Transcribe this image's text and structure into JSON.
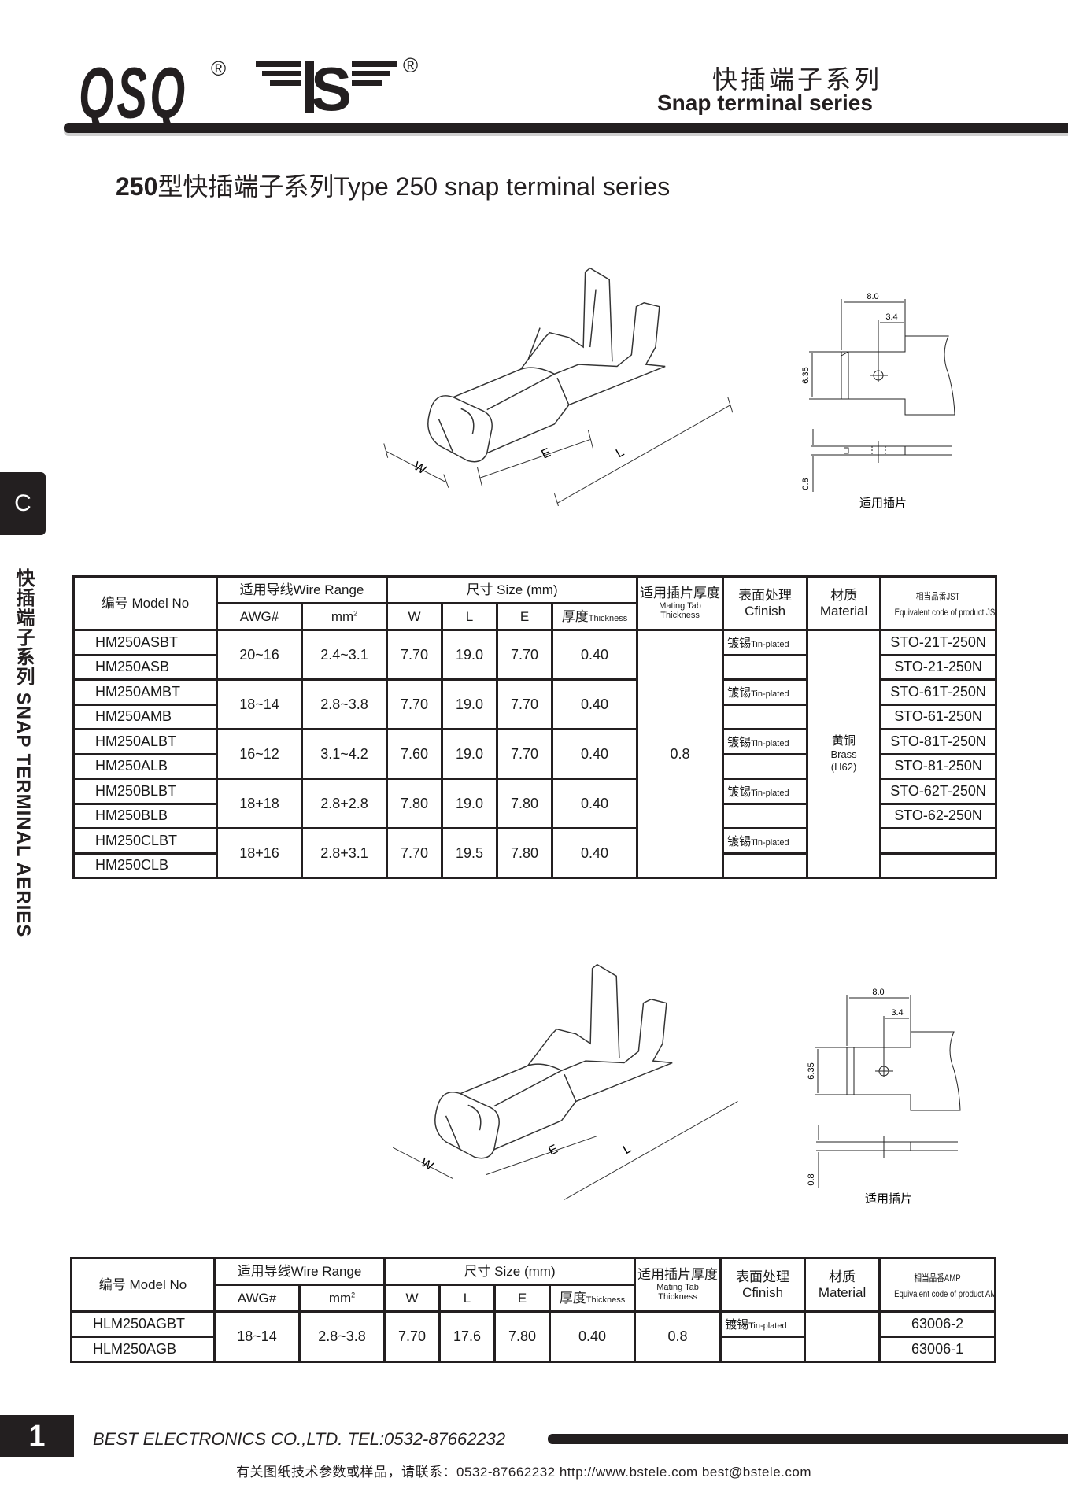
{
  "logo": {
    "brand1": "QSQ",
    "brand2": "TS",
    "registered": "®"
  },
  "header": {
    "title_cn": "快插端子系列",
    "title_en": "Snap terminal series"
  },
  "page_title": {
    "bold": "250",
    "rest": "型快插端子系列Type 250 snap terminal series"
  },
  "side": {
    "tab": "C",
    "text": "快插端子系列 SNAP TERMINAL AERIES"
  },
  "drawing": {
    "w": "W",
    "e": "E",
    "l": "L",
    "dim_80": "8.0",
    "dim_34": "3.4",
    "dim_635": "6.35",
    "dim_08": "0.8",
    "tab_caption": "适用插片"
  },
  "table1": {
    "headers": {
      "model_no": "编号 Model No",
      "wire_range": "适用导线Wire Range",
      "awg": "AWG#",
      "mm2": "mm",
      "mm2_sup": "2",
      "size": "尺寸 Size (mm)",
      "w": "W",
      "l": "L",
      "e": "E",
      "thickness_cn": "厚度",
      "thickness_en": "Thickness",
      "mating_cn": "适用插片厚度",
      "mating_en1": "Mating Tab",
      "mating_en2": "Thickness",
      "finish_cn": "表面处理",
      "finish_en": "Cfinish",
      "material_cn": "材质",
      "material_en": "Material",
      "equiv_cn": "相当品番JST",
      "equiv_en": "Equivalent code of product JST"
    },
    "mating_tab": "0.8",
    "material": {
      "cn": "黄铜",
      "en": "Brass",
      "grade": "(H62)"
    },
    "groups": [
      {
        "awg": "20~16",
        "mm2": "2.4~3.1",
        "w": "7.70",
        "l": "19.0",
        "e": "7.70",
        "thickness": "0.40",
        "models": [
          {
            "model": "HM250ASBT",
            "finish_cn": "镀锡",
            "finish_en": "Tin-plated",
            "equiv": "STO-21T-250N"
          },
          {
            "model": "HM250ASB",
            "finish_cn": "",
            "finish_en": "",
            "equiv": "STO-21-250N"
          }
        ]
      },
      {
        "awg": "18~14",
        "mm2": "2.8~3.8",
        "w": "7.70",
        "l": "19.0",
        "e": "7.70",
        "thickness": "0.40",
        "models": [
          {
            "model": "HM250AMBT",
            "finish_cn": "镀锡",
            "finish_en": "Tin-plated",
            "equiv": "STO-61T-250N"
          },
          {
            "model": "HM250AMB",
            "finish_cn": "",
            "finish_en": "",
            "equiv": "STO-61-250N"
          }
        ]
      },
      {
        "awg": "16~12",
        "mm2": "3.1~4.2",
        "w": "7.60",
        "l": "19.0",
        "e": "7.70",
        "thickness": "0.40",
        "models": [
          {
            "model": "HM250ALBT",
            "finish_cn": "镀锡",
            "finish_en": "Tin-plated",
            "equiv": "STO-81T-250N"
          },
          {
            "model": "HM250ALB",
            "finish_cn": "",
            "finish_en": "",
            "equiv": "STO-81-250N"
          }
        ]
      },
      {
        "awg": "18+18",
        "mm2": "2.8+2.8",
        "w": "7.80",
        "l": "19.0",
        "e": "7.80",
        "thickness": "0.40",
        "models": [
          {
            "model": "HM250BLBT",
            "finish_cn": "镀锡",
            "finish_en": "Tin-plated",
            "equiv": "STO-62T-250N"
          },
          {
            "model": "HM250BLB",
            "finish_cn": "",
            "finish_en": "",
            "equiv": "STO-62-250N"
          }
        ]
      },
      {
        "awg": "18+16",
        "mm2": "2.8+3.1",
        "w": "7.70",
        "l": "19.5",
        "e": "7.80",
        "thickness": "0.40",
        "models": [
          {
            "model": "HM250CLBT",
            "finish_cn": "镀锡",
            "finish_en": "Tin-plated",
            "equiv": ""
          },
          {
            "model": "HM250CLB",
            "finish_cn": "",
            "finish_en": "",
            "equiv": ""
          }
        ]
      }
    ]
  },
  "table2": {
    "headers": {
      "model_no": "编号 Model No",
      "wire_range": "适用导线Wire Range",
      "awg": "AWG#",
      "mm2": "mm",
      "mm2_sup": "2",
      "size": "尺寸 Size (mm)",
      "w": "W",
      "l": "L",
      "e": "E",
      "thickness_cn": "厚度",
      "thickness_en": "Thickness",
      "mating_cn": "适用插片厚度",
      "mating_en1": "Mating Tab",
      "mating_en2": "Thickness",
      "finish_cn": "表面处理",
      "finish_en": "Cfinish",
      "material_cn": "材质",
      "material_en": "Material",
      "equiv_cn": "相当品番AMP",
      "equiv_en": "Equivalent code of product AMP"
    },
    "mating_tab": "0.8",
    "material": {
      "cn": "",
      "en": "",
      "grade": ""
    },
    "groups": [
      {
        "awg": "18~14",
        "mm2": "2.8~3.8",
        "w": "7.70",
        "l": "17.6",
        "e": "7.80",
        "thickness": "0.40",
        "models": [
          {
            "model": "HLM250AGBT",
            "finish_cn": "镀锡",
            "finish_en": "Tin-plated",
            "equiv": "63006-2"
          },
          {
            "model": "HLM250AGB",
            "finish_cn": "",
            "finish_en": "",
            "equiv": "63006-1"
          }
        ]
      }
    ]
  },
  "footer": {
    "page": "1",
    "company": "BEST ELECTRONICS CO.,LTD. TEL:0532-87662232",
    "contact": "有关图纸技术参数或样品，请联系：0532-87662232 http://www.bstele.com  best@bstele.com"
  }
}
